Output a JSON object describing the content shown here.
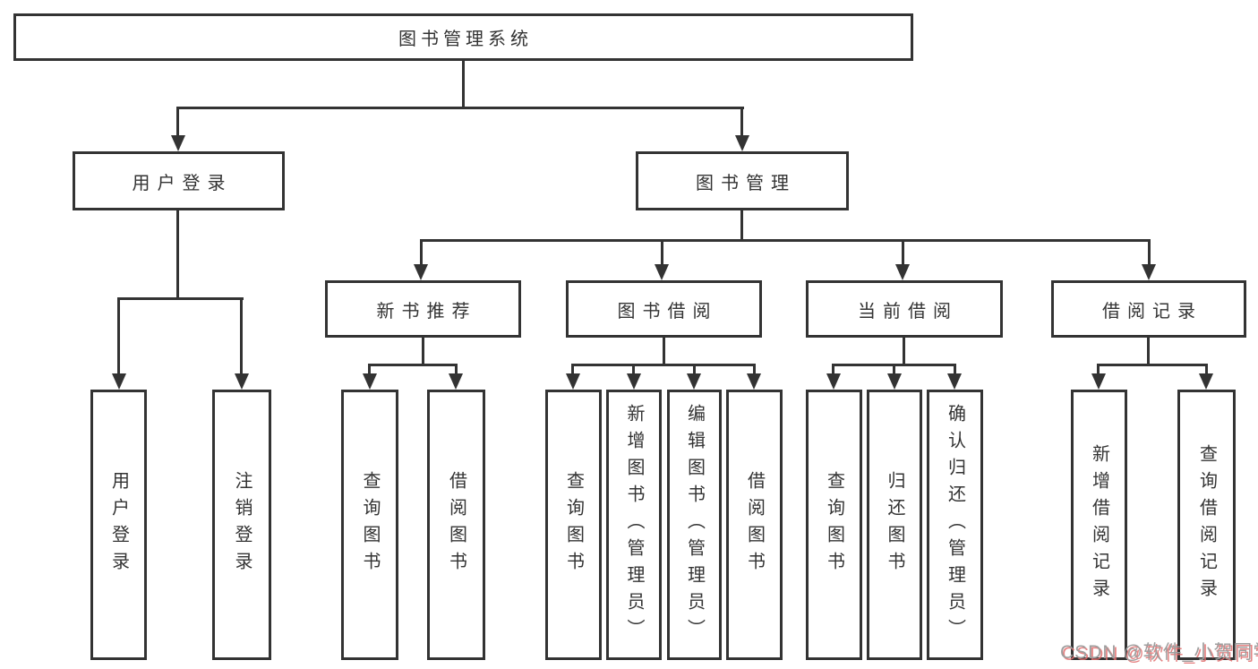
{
  "nodes": {
    "root": "图书管理系统",
    "user_login": "用户登录",
    "book_management": "图书管理",
    "new_book_recommend": "新书推荐",
    "book_borrow": "图书借阅",
    "current_borrow": "当前借阅",
    "borrow_records": "借阅记录",
    "leaf_user_login": "用户登录",
    "leaf_logout_login": "注销登录",
    "leaf_query_book_recommend": "查询图书",
    "leaf_borrow_book_recommend": "借阅图书",
    "leaf_query_book_borrow": "查询图书",
    "leaf_add_book_admin": "新增图书（管理员）",
    "leaf_edit_book_admin": "编辑图书（管理员）",
    "leaf_borrow_book_borrow": "借阅图书",
    "leaf_query_book_current": "查询图书",
    "leaf_return_book": "归还图书",
    "leaf_confirm_return_admin": "确认归还（管理员）",
    "leaf_add_borrow_record": "新增借阅记录",
    "leaf_query_borrow_record": "查询借阅记录"
  },
  "watermark": "CSDN @软件_小贺同学",
  "colors": {
    "line": "#333333",
    "text": "#333333",
    "background": "#ffffff",
    "watermark_gray": "#9e9e9e",
    "watermark_red": "#e26e6e"
  }
}
